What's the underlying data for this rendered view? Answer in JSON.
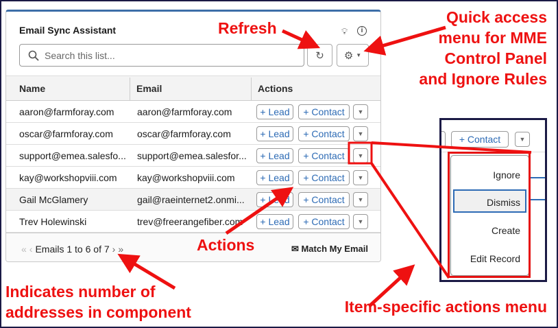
{
  "component": {
    "title": "Email Sync Assistant",
    "search_placeholder": "Search this list...",
    "columns": [
      "Name",
      "Email",
      "Actions"
    ],
    "rows": [
      {
        "name": "aaron@farmforay.com",
        "email": "aaron@farmforay.com"
      },
      {
        "name": "oscar@farmforay.com",
        "email": "oscar@farmforay.com"
      },
      {
        "name": "support@emea.salesfo...",
        "email": "support@emea.salesfor..."
      },
      {
        "name": "kay@workshopviii.com",
        "email": "kay@workshopviii.com"
      },
      {
        "name": "Gail McGlamery",
        "email": "gail@raeinternet2.onmi..."
      },
      {
        "name": "Trev Holewinski",
        "email": "trev@freerangefiber.com"
      }
    ],
    "lead_label": "+ Lead",
    "contact_label": "+ Contact",
    "pagination": "Emails 1 to 6 of 7",
    "match_label": "Match My Email"
  },
  "menu": {
    "items": [
      "Ignore",
      "Dismiss",
      "Create",
      "Edit Record"
    ],
    "highlighted": "Dismiss"
  },
  "inset": {
    "contact_label": "+ Contact"
  },
  "annotations": {
    "refresh": "Refresh",
    "quick_access": [
      "Quick access",
      "menu for MME",
      "Control Panel",
      "and Ignore Rules"
    ],
    "actions": "Actions",
    "count": [
      "Indicates number of",
      "addresses in component"
    ],
    "item_menu": "Item-specific actions menu"
  },
  "colors": {
    "annotation": "#ee1111",
    "accent": "#2d6bb5",
    "frame": "#1b1a45"
  }
}
